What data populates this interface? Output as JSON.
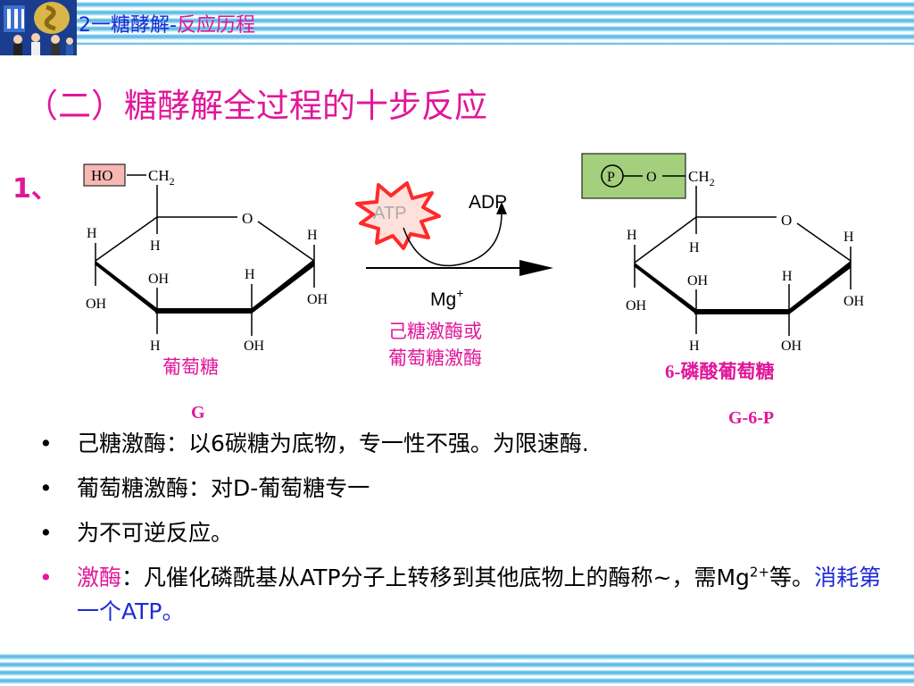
{
  "header": {
    "breadcrumb_num": "2",
    "breadcrumb_main": "一糖酵解-",
    "breadcrumb_sub": "反应历程"
  },
  "title": "（二）糖酵解全过程的十步反应",
  "step_number": "1、",
  "diagram": {
    "glucose": {
      "ho": "HO",
      "ch2": "CH",
      "ch2_sub": "2",
      "ring_o": "O",
      "h_left_upper": "H",
      "h_c4": "H",
      "h_right": "H",
      "oh_c3": "OH",
      "h_c2": "H",
      "oh_left": "OH",
      "oh_right": "OH",
      "h_bottom": "H",
      "oh_bottom": "OH",
      "name": "葡萄糖",
      "abbr": "G"
    },
    "reaction": {
      "atp": "ATP",
      "adp": "ADP",
      "mg": "Mg",
      "mg_sup": "+",
      "enzyme_line1": "己糖激酶或",
      "enzyme_line2": "葡萄糖激酶"
    },
    "product": {
      "p": "P",
      "o_link": "O",
      "ch2": "CH",
      "ch2_sub": "2",
      "ring_o": "O",
      "h_left_upper": "H",
      "h_c4": "H",
      "h_right": "H",
      "oh_c3": "OH",
      "h_c2": "H",
      "oh_left": "OH",
      "oh_right": "OH",
      "h_bottom": "H",
      "oh_bottom": "OH",
      "name": "6-磷酸葡萄糖",
      "abbr": "G-6-P"
    },
    "colors": {
      "pink": "#e0179a",
      "highlight_fill": "#f7b8b3",
      "highlight_green": "#a4cf7c",
      "star_red": "#ff2a2a",
      "star_fill": "#ffe1dc"
    }
  },
  "bullets": [
    {
      "text": "己糖激酶：以6碳糖为底物，专一性不强。为限速酶."
    },
    {
      "text": "葡萄糖激酶：对D-葡萄糖专一"
    },
    {
      "text": "为不可逆反应。"
    },
    {
      "term": "激酶",
      "text_a": "：凡催化磷酰基从ATP分子上转移到其他底物上的酶称~，需Mg",
      "sup": "2+",
      "text_b": "等。",
      "highlight": "消耗第一个ATP。"
    }
  ]
}
